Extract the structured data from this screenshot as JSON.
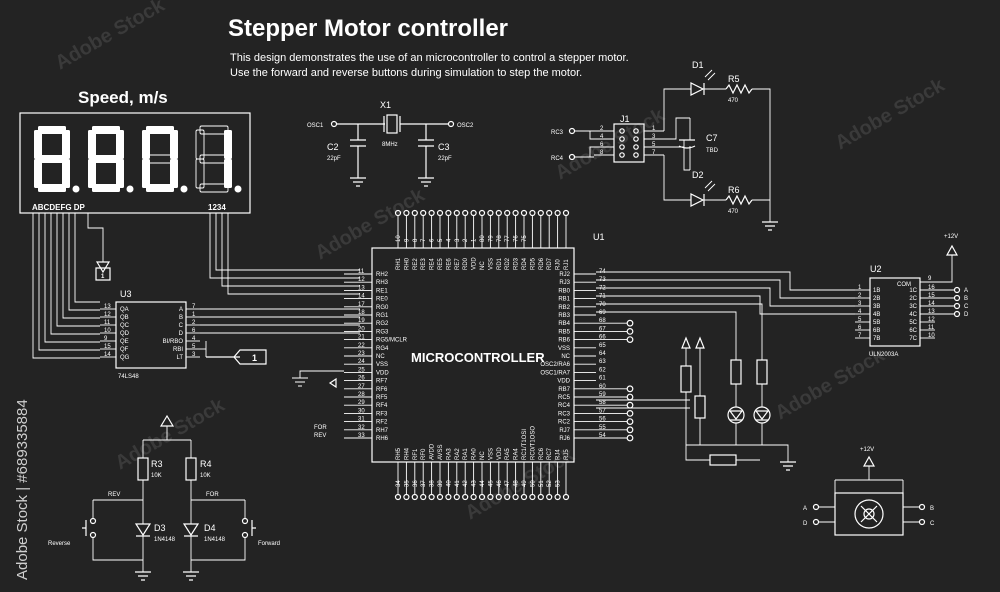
{
  "title": "Stepper Motor controller",
  "description": [
    "This design demonstrates the use of an microcontroller to control a stepper motor.",
    "Use the forward and reverse buttons during simulation to step the motor."
  ],
  "display": {
    "label": "Speed, m/s",
    "digits": "8801",
    "segment_pins": "ABCDEFG DP",
    "digit_pins": "1234"
  },
  "u3": {
    "ref": "U3",
    "part": "74LS48",
    "outputs": [
      {
        "pin": "13",
        "name": "QA"
      },
      {
        "pin": "12",
        "name": "QB"
      },
      {
        "pin": "11",
        "name": "QC"
      },
      {
        "pin": "10",
        "name": "QD"
      },
      {
        "pin": "9",
        "name": "QE"
      },
      {
        "pin": "15",
        "name": "QF"
      },
      {
        "pin": "14",
        "name": "QG"
      }
    ],
    "inputs": [
      {
        "pin": "7",
        "name": "A"
      },
      {
        "pin": "1",
        "name": "B"
      },
      {
        "pin": "2",
        "name": "C"
      },
      {
        "pin": "6",
        "name": "D"
      },
      {
        "pin": "4",
        "name": "BI/RBO"
      },
      {
        "pin": "5",
        "name": "RBI"
      },
      {
        "pin": "3",
        "name": "LT"
      }
    ],
    "flag": "1"
  },
  "u1": {
    "ref": "U1",
    "label": "MICROCONTROLLER",
    "left_pins": [
      {
        "num": "11",
        "name": "RH2"
      },
      {
        "num": "12",
        "name": "RH3"
      },
      {
        "num": "13",
        "name": "RE1"
      },
      {
        "num": "14",
        "name": "RE0"
      },
      {
        "num": "17",
        "name": "RG0"
      },
      {
        "num": "18",
        "name": "RG1"
      },
      {
        "num": "19",
        "name": "RG2"
      },
      {
        "num": "20",
        "name": "RG3"
      },
      {
        "num": "21",
        "name": "RG5/MCLR"
      },
      {
        "num": "22",
        "name": "RG4"
      },
      {
        "num": "23",
        "name": "NC"
      },
      {
        "num": "24",
        "name": "VSS"
      },
      {
        "num": "25",
        "name": "VDD"
      },
      {
        "num": "26",
        "name": "RF7"
      },
      {
        "num": "27",
        "name": "RF6"
      },
      {
        "num": "28",
        "name": "RF5"
      },
      {
        "num": "29",
        "name": "RF4"
      },
      {
        "num": "30",
        "name": "RF3"
      },
      {
        "num": "31",
        "name": "RF2"
      },
      {
        "num": "32",
        "name": "RH7"
      },
      {
        "num": "33",
        "name": "RH6"
      }
    ],
    "right_pins": [
      {
        "num": "74",
        "name": "RJ2"
      },
      {
        "num": "73",
        "name": "RJ3"
      },
      {
        "num": "72",
        "name": "RB0"
      },
      {
        "num": "71",
        "name": "RB1"
      },
      {
        "num": "70",
        "name": "RB2"
      },
      {
        "num": "69",
        "name": "RB3"
      },
      {
        "num": "68",
        "name": "RB4"
      },
      {
        "num": "67",
        "name": "RB5"
      },
      {
        "num": "66",
        "name": "RB6"
      },
      {
        "num": "65",
        "name": "VSS"
      },
      {
        "num": "64",
        "name": "NC"
      },
      {
        "num": "63",
        "name": "OSC2/RA6"
      },
      {
        "num": "62",
        "name": "OSC1/RA7"
      },
      {
        "num": "61",
        "name": "VDD"
      },
      {
        "num": "60",
        "name": "RB7"
      },
      {
        "num": "59",
        "name": "RC5"
      },
      {
        "num": "58",
        "name": "RC4"
      },
      {
        "num": "57",
        "name": "RC3"
      },
      {
        "num": "56",
        "name": "RC2"
      },
      {
        "num": "55",
        "name": "RJ7"
      },
      {
        "num": "54",
        "name": "RJ6"
      }
    ],
    "top_pins": [
      {
        "num": "10",
        "name": "RH1"
      },
      {
        "num": "9",
        "name": "RH0"
      },
      {
        "num": "8",
        "name": "RE2"
      },
      {
        "num": "7",
        "name": "RE3"
      },
      {
        "num": "6",
        "name": "RE4"
      },
      {
        "num": "5",
        "name": "RE5"
      },
      {
        "num": "4",
        "name": "RE6"
      },
      {
        "num": "3",
        "name": "RE7"
      },
      {
        "num": "2",
        "name": "RD0"
      },
      {
        "num": "1",
        "name": "VDD"
      },
      {
        "num": "80",
        "name": "NC"
      },
      {
        "num": "79",
        "name": "VSS"
      },
      {
        "num": "78",
        "name": "RD1"
      },
      {
        "num": "77",
        "name": "RD2"
      },
      {
        "num": "76",
        "name": "RD3"
      },
      {
        "num": "75",
        "name": "RD4"
      },
      {
        "num": "",
        "name": "RD5"
      },
      {
        "num": "",
        "name": "RD6"
      },
      {
        "num": "",
        "name": "RD7"
      },
      {
        "num": "",
        "name": "RJ0"
      },
      {
        "num": "",
        "name": "RJ1"
      }
    ],
    "bottom_pins": [
      {
        "num": "34",
        "name": "RH5"
      },
      {
        "num": "35",
        "name": "RH4"
      },
      {
        "num": "36",
        "name": "RF1"
      },
      {
        "num": "37",
        "name": "RF0"
      },
      {
        "num": "38",
        "name": "AVDD"
      },
      {
        "num": "39",
        "name": "AVSS"
      },
      {
        "num": "40",
        "name": "RA3"
      },
      {
        "num": "41",
        "name": "RA2"
      },
      {
        "num": "42",
        "name": "RA1"
      },
      {
        "num": "43",
        "name": "RA0"
      },
      {
        "num": "44",
        "name": "NC"
      },
      {
        "num": "45",
        "name": "VSS"
      },
      {
        "num": "46",
        "name": "VDD"
      },
      {
        "num": "47",
        "name": "RA5"
      },
      {
        "num": "48",
        "name": "RA4"
      },
      {
        "num": "49",
        "name": "RC1/T1OSI"
      },
      {
        "num": "50",
        "name": "RC0/T1OSO"
      },
      {
        "num": "51",
        "name": "RC6"
      },
      {
        "num": "52",
        "name": "RC7"
      },
      {
        "num": "53",
        "name": "RJ4"
      },
      {
        "num": "",
        "name": "RJ5"
      }
    ]
  },
  "crystal": {
    "ref": "X1",
    "value": "8MHz",
    "osc1": "OSC1",
    "osc2": "OSC2"
  },
  "c2": {
    "ref": "C2",
    "value": "22pF"
  },
  "c3": {
    "ref": "C3",
    "value": "22pF"
  },
  "j1": {
    "ref": "J1",
    "net_rc3": "RC3",
    "net_rc4": "RC4",
    "left_pins": [
      "2",
      "4",
      "6",
      "8"
    ],
    "right_pins": [
      "1",
      "3",
      "5",
      "7"
    ]
  },
  "d1": {
    "ref": "D1"
  },
  "d2": {
    "ref": "D2"
  },
  "r5": {
    "ref": "R5",
    "value": "470"
  },
  "r6": {
    "ref": "R6",
    "value": "470"
  },
  "c7": {
    "ref": "C7",
    "value": "TBD"
  },
  "u2": {
    "ref": "U2",
    "part": "ULN2003A",
    "supply": "+12V",
    "com_label": "COM",
    "com_pin": "9",
    "inputs": [
      {
        "pin": "1",
        "name": "1B"
      },
      {
        "pin": "2",
        "name": "2B"
      },
      {
        "pin": "3",
        "name": "3B"
      },
      {
        "pin": "4",
        "name": "4B"
      },
      {
        "pin": "5",
        "name": "5B"
      },
      {
        "pin": "6",
        "name": "6B"
      },
      {
        "pin": "7",
        "name": "7B"
      }
    ],
    "outputs": [
      {
        "pin": "16",
        "name": "1C"
      },
      {
        "pin": "15",
        "name": "2C"
      },
      {
        "pin": "14",
        "name": "3C"
      },
      {
        "pin": "13",
        "name": "4C"
      },
      {
        "pin": "12",
        "name": "5C"
      },
      {
        "pin": "11",
        "name": "6C"
      },
      {
        "pin": "10",
        "name": "7C"
      }
    ],
    "out_nets": [
      "A",
      "B",
      "C",
      "D"
    ]
  },
  "buttons": {
    "r3": {
      "ref": "R3",
      "value": "10K"
    },
    "r4": {
      "ref": "R4",
      "value": "10K"
    },
    "d3": {
      "ref": "D3",
      "value": "1N4148"
    },
    "d4": {
      "ref": "D4",
      "value": "1N4148"
    },
    "rev_net": "REV",
    "for_net": "FOR",
    "reverse_label": "Reverse",
    "forward_label": "Forward"
  },
  "mcu_nets": {
    "for": "FOR",
    "rev": "REV"
  },
  "motor": {
    "supply": "+12V",
    "a": "A",
    "b": "B",
    "c": "C",
    "d": "D"
  },
  "watermark": "Adobe Stock",
  "stock_id": "Adobe Stock | #689335884"
}
